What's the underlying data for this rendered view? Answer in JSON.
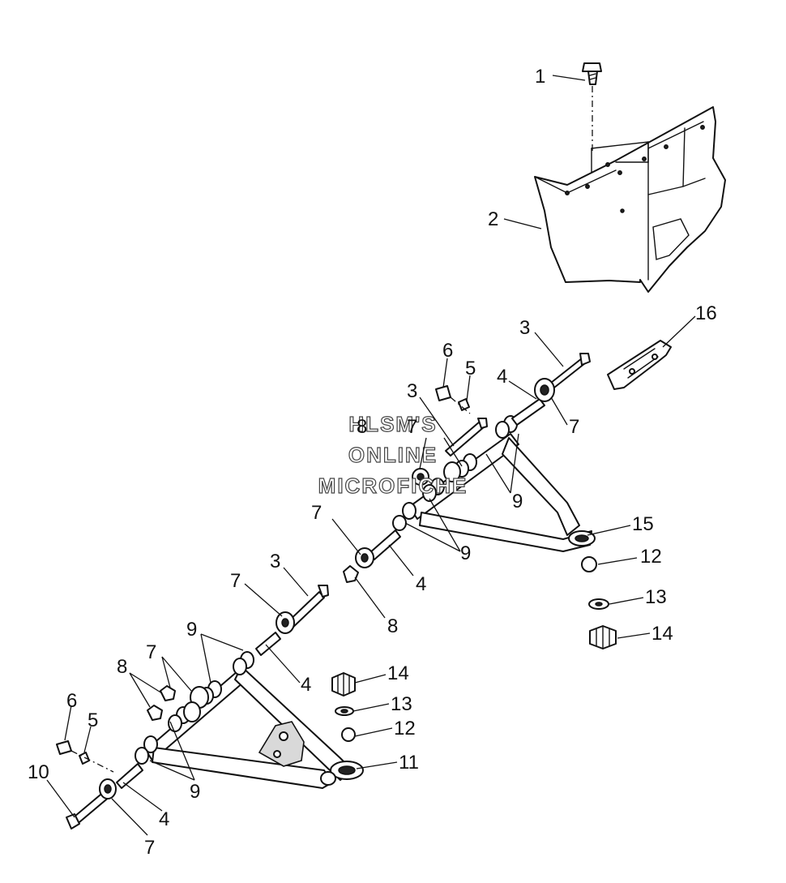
{
  "watermark": {
    "line1": "HLSM'S",
    "line2": "ONLINE",
    "line3": "MICROFICHE"
  },
  "callouts": [
    {
      "id": "c1",
      "text": "1"
    },
    {
      "id": "c2",
      "text": "2"
    },
    {
      "id": "c16",
      "text": "16"
    },
    {
      "id": "c3a",
      "text": "3"
    },
    {
      "id": "c6a",
      "text": "6"
    },
    {
      "id": "c5a",
      "text": "5"
    },
    {
      "id": "c4a",
      "text": "4"
    },
    {
      "id": "c3b",
      "text": "3"
    },
    {
      "id": "c7a",
      "text": "7"
    },
    {
      "id": "c8a",
      "text": "8"
    },
    {
      "id": "c7b",
      "text": "7"
    },
    {
      "id": "c9a",
      "text": "9"
    },
    {
      "id": "c15",
      "text": "15"
    },
    {
      "id": "c9b",
      "text": "9"
    },
    {
      "id": "c7c",
      "text": "7"
    },
    {
      "id": "c12a",
      "text": "12"
    },
    {
      "id": "c4b",
      "text": "4"
    },
    {
      "id": "c13a",
      "text": "13"
    },
    {
      "id": "c3c",
      "text": "3"
    },
    {
      "id": "c8b",
      "text": "8"
    },
    {
      "id": "c14a",
      "text": "14"
    },
    {
      "id": "c7d",
      "text": "7"
    },
    {
      "id": "c9c",
      "text": "9"
    },
    {
      "id": "c4c",
      "text": "4"
    },
    {
      "id": "c7e",
      "text": "7"
    },
    {
      "id": "c8c",
      "text": "8"
    },
    {
      "id": "c14b",
      "text": "14"
    },
    {
      "id": "c13b",
      "text": "13"
    },
    {
      "id": "c6b",
      "text": "6"
    },
    {
      "id": "c5b",
      "text": "5"
    },
    {
      "id": "c12b",
      "text": "12"
    },
    {
      "id": "c11",
      "text": "11"
    },
    {
      "id": "c9d",
      "text": "9"
    },
    {
      "id": "c10",
      "text": "10"
    },
    {
      "id": "c4d",
      "text": "4"
    },
    {
      "id": "c7f",
      "text": "7"
    }
  ]
}
